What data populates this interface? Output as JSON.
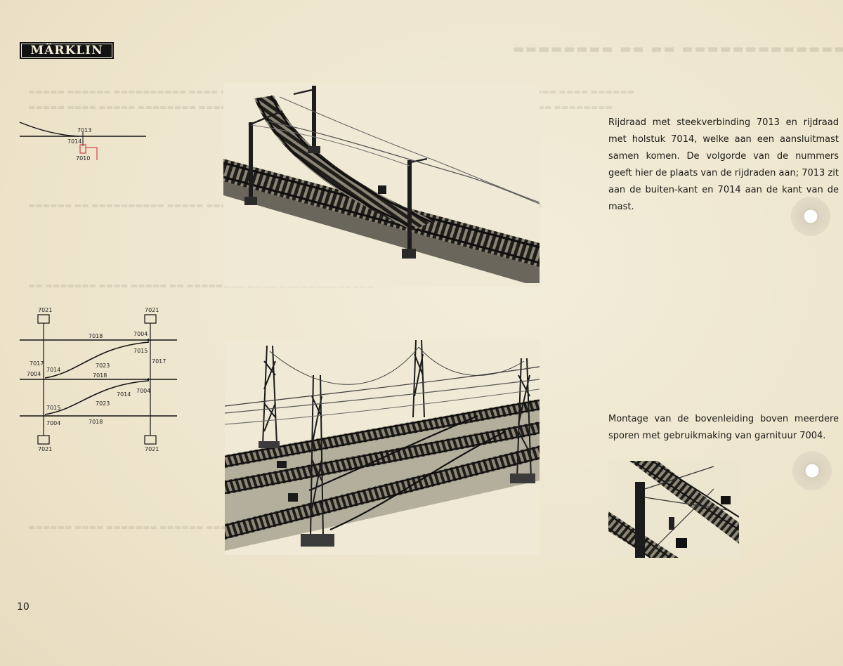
{
  "brand": {
    "logo_text": "MÄRKLIN"
  },
  "diagram_top": {
    "labels": {
      "a": "7013",
      "b": "7014",
      "c": "7010"
    }
  },
  "diagram_grid": {
    "mast_labels": [
      "7021",
      "7021",
      "7021",
      "7021"
    ],
    "labels": {
      "t1": "7018",
      "t2": "7004",
      "t3": "7015",
      "t4": "7017",
      "t5": "7017",
      "t6": "7014",
      "t7": "7004",
      "t8": "7023",
      "t9": "7018",
      "t10": "7014",
      "t11": "7004",
      "t12": "7015",
      "t13": "7023",
      "t14": "7004",
      "t15": "7018"
    }
  },
  "captions": {
    "top": "Rijdraad met steekverbinding 7013 en rijdraad met holstuk 7014, welke aan een aansluitmast samen komen. De volgorde van de nummers geeft hier de plaats van de rijdraden aan; 7013 zit aan de buiten-kant en 7014 aan de kant van de mast.",
    "bottom": "Montage van de bovenleiding boven meerdere sporen met gebruikmaking van garnituur 7004."
  },
  "page_number": "10"
}
